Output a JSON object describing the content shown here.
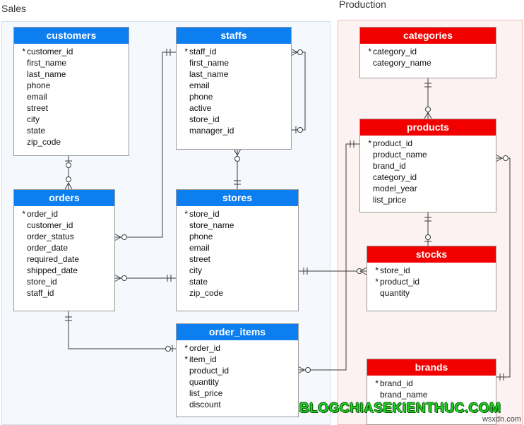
{
  "groups": {
    "sales": "Sales",
    "production": "Production"
  },
  "colors": {
    "sales_header": "#0d7ef0",
    "production_header": "#f20000"
  },
  "entities": {
    "customers": {
      "title": "customers",
      "fields": [
        {
          "key": "*",
          "name": "customer_id"
        },
        {
          "key": "",
          "name": "first_name"
        },
        {
          "key": "",
          "name": "last_name"
        },
        {
          "key": "",
          "name": "phone"
        },
        {
          "key": "",
          "name": "email"
        },
        {
          "key": "",
          "name": "street"
        },
        {
          "key": "",
          "name": "city"
        },
        {
          "key": "",
          "name": "state"
        },
        {
          "key": "",
          "name": "zip_code"
        }
      ]
    },
    "staffs": {
      "title": "staffs",
      "fields": [
        {
          "key": "*",
          "name": "staff_id"
        },
        {
          "key": "",
          "name": "first_name"
        },
        {
          "key": "",
          "name": "last_name"
        },
        {
          "key": "",
          "name": "email"
        },
        {
          "key": "",
          "name": "phone"
        },
        {
          "key": "",
          "name": "active"
        },
        {
          "key": "",
          "name": "store_id"
        },
        {
          "key": "",
          "name": "manager_id"
        }
      ]
    },
    "orders": {
      "title": "orders",
      "fields": [
        {
          "key": "*",
          "name": "order_id"
        },
        {
          "key": "",
          "name": "customer_id"
        },
        {
          "key": "",
          "name": "order_status"
        },
        {
          "key": "",
          "name": "order_date"
        },
        {
          "key": "",
          "name": "required_date"
        },
        {
          "key": "",
          "name": "shipped_date"
        },
        {
          "key": "",
          "name": "store_id"
        },
        {
          "key": "",
          "name": "staff_id"
        }
      ]
    },
    "stores": {
      "title": "stores",
      "fields": [
        {
          "key": "*",
          "name": "store_id"
        },
        {
          "key": "",
          "name": "store_name"
        },
        {
          "key": "",
          "name": "phone"
        },
        {
          "key": "",
          "name": "email"
        },
        {
          "key": "",
          "name": "street"
        },
        {
          "key": "",
          "name": "city"
        },
        {
          "key": "",
          "name": "state"
        },
        {
          "key": "",
          "name": "zip_code"
        }
      ]
    },
    "order_items": {
      "title": "order_items",
      "fields": [
        {
          "key": "*",
          "name": "order_id"
        },
        {
          "key": "*",
          "name": "item_id"
        },
        {
          "key": "",
          "name": "product_id"
        },
        {
          "key": "",
          "name": "quantity"
        },
        {
          "key": "",
          "name": "list_price"
        },
        {
          "key": "",
          "name": "discount"
        }
      ]
    },
    "categories": {
      "title": "categories",
      "fields": [
        {
          "key": "*",
          "name": "category_id"
        },
        {
          "key": "",
          "name": "category_name"
        }
      ]
    },
    "products": {
      "title": "products",
      "fields": [
        {
          "key": "*",
          "name": "product_id"
        },
        {
          "key": "",
          "name": "product_name"
        },
        {
          "key": "",
          "name": "brand_id"
        },
        {
          "key": "",
          "name": "category_id"
        },
        {
          "key": "",
          "name": "model_year"
        },
        {
          "key": "",
          "name": "list_price"
        }
      ]
    },
    "stocks": {
      "title": "stocks",
      "fields": [
        {
          "key": "*",
          "name": "store_id"
        },
        {
          "key": "*",
          "name": "product_id"
        },
        {
          "key": "",
          "name": "quantity"
        }
      ]
    },
    "brands": {
      "title": "brands",
      "fields": [
        {
          "key": "*",
          "name": "brand_id"
        },
        {
          "key": "",
          "name": "brand_name"
        }
      ]
    }
  },
  "watermark": "BLOGCHIASEKIENTHUC.COM",
  "credit": "wsxdn.com"
}
